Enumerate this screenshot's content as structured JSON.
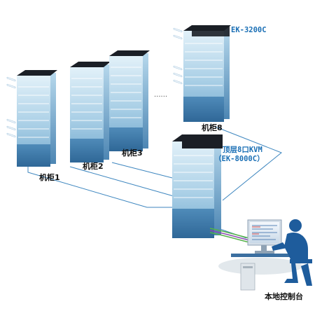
{
  "labels": {
    "cab1": "机柜1",
    "cab2": "机柜2",
    "cab3": "机柜3",
    "cab8": "机柜8",
    "model_top": "EK-3200C",
    "kvm_line1": "顶层8口KVM",
    "kvm_line2": "（EK-8000C）",
    "console": "本地控制台",
    "ellipsis": "......"
  },
  "colors": {
    "rack_light": "#d8ecf6",
    "rack_mid": "#7fb2d3",
    "rack_dark": "#3d7aa8",
    "rack_top": "#1b1f26",
    "line": "#3d86bf",
    "label_blue": "#1a6fb5",
    "cable_green": "#55b24a",
    "cable_purple": "#8a4bb0",
    "person": "#1e5c9c"
  }
}
